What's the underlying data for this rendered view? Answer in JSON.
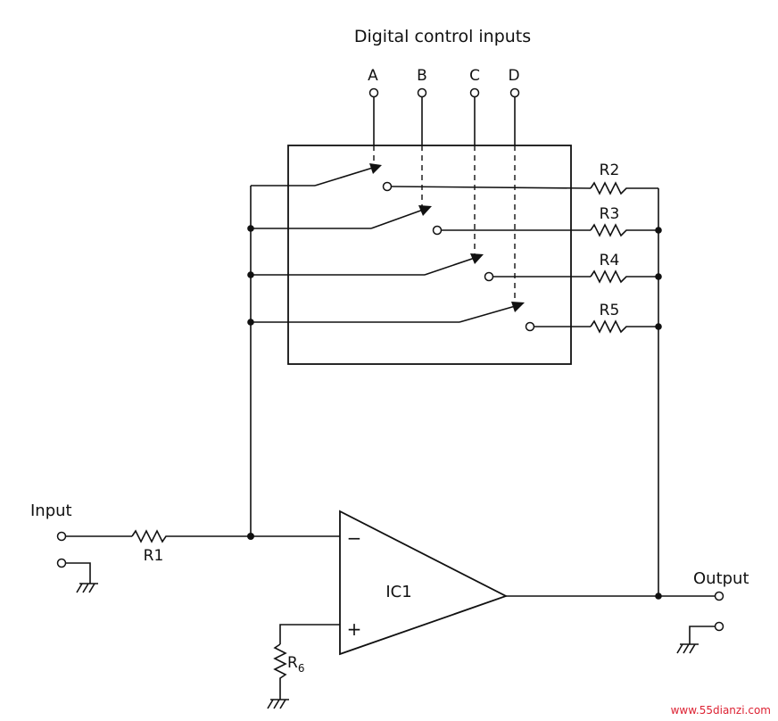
{
  "diagram": {
    "title": "Digital control inputs",
    "control_inputs": [
      "A",
      "B",
      "C",
      "D"
    ],
    "resistors": {
      "r2": "R2",
      "r3": "R3",
      "r4": "R4",
      "r5": "R5",
      "r1": "R1",
      "r6_base": "R",
      "r6_sub": "6"
    },
    "opamp": {
      "name": "IC1",
      "minus": "−",
      "plus": "+"
    },
    "input_label": "Input",
    "output_label": "Output"
  },
  "watermark": "www.55dianzi.com"
}
